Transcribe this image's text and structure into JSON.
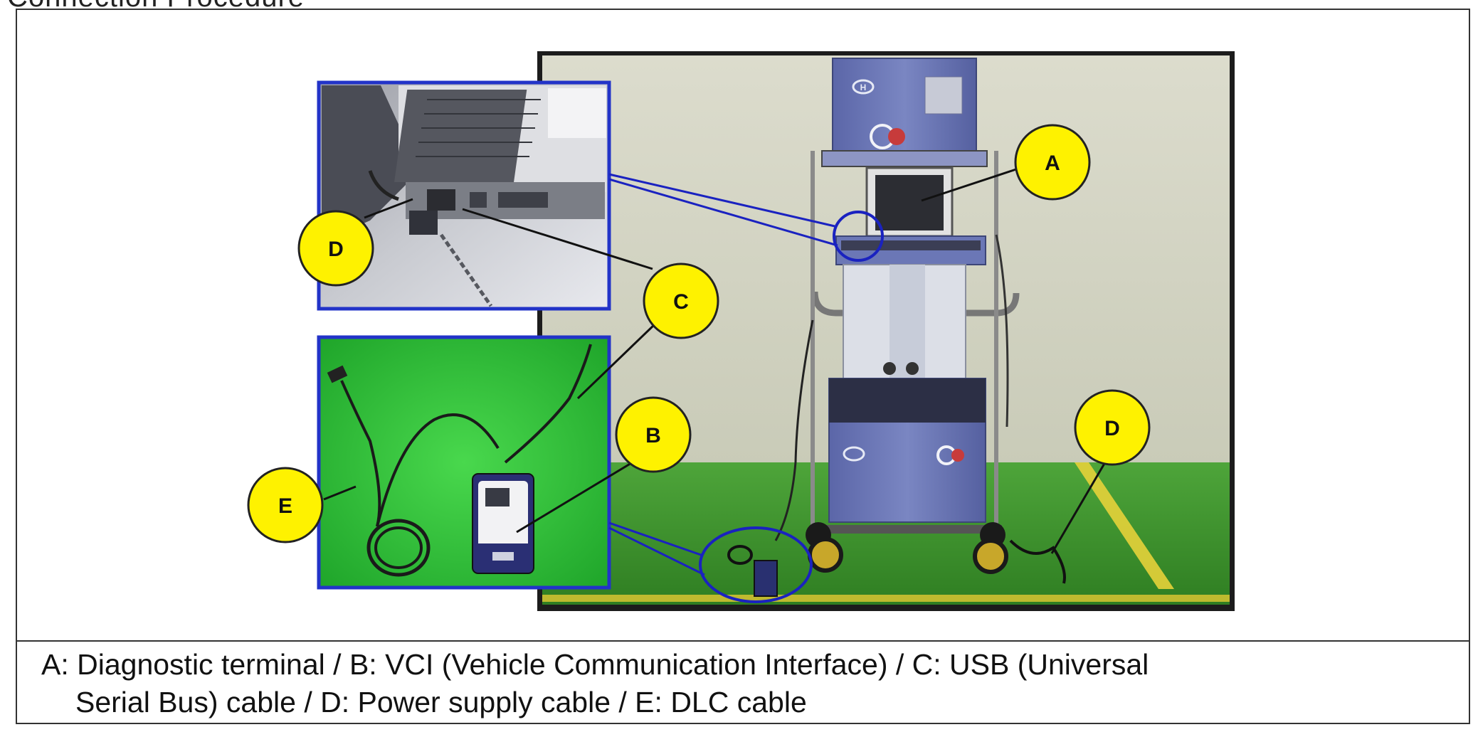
{
  "header_fragment": "Connection Procedure",
  "callouts": {
    "a": "A",
    "b": "B",
    "c": "C",
    "d_inset": "D",
    "d_main": "D",
    "e": "E"
  },
  "caption": {
    "line1": "A: Diagnostic terminal / B: VCI (Vehicle Communication Interface) / C: USB (Universal",
    "line2": "Serial Bus) cable / D: Power supply cable / E: DLC cable"
  },
  "colors": {
    "callout_fill": "#fef200",
    "leader_line": "#111111",
    "inset_border": "#2233c8",
    "pointer_line": "#1a22c0",
    "floor_green": "#3f9a2c",
    "wall": "#d6d7c8",
    "inset_green": "#27c431"
  },
  "icons": [
    "hyundai-logo-icon",
    "gds-logo-icon"
  ]
}
